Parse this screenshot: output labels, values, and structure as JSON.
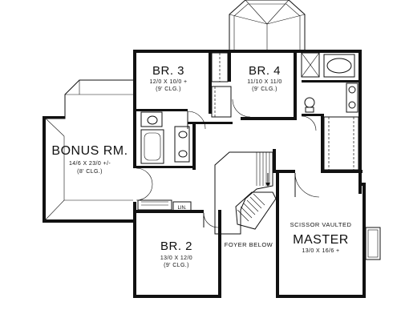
{
  "rooms": {
    "bonus": {
      "name": "BONUS RM.",
      "dims": "14/6 X 23/0 +/-",
      "ceiling": "(8' CLG.)"
    },
    "br3": {
      "name": "BR. 3",
      "dims": "12/0 X 10/0 +",
      "ceiling": "(9' CLG.)"
    },
    "br4": {
      "name": "BR. 4",
      "dims": "11/10 X 11/0",
      "ceiling": "(9' CLG.)"
    },
    "br2": {
      "name": "BR. 2",
      "dims": "13/0 X 12/0",
      "ceiling": "(9' CLG.)"
    },
    "master": {
      "note": "SCISSOR VAULTED",
      "name": "MASTER",
      "dims": "13/0 X 16/6 +"
    },
    "foyer": {
      "label": "FOYER BELOW"
    },
    "linen": {
      "label": "LIN."
    }
  }
}
